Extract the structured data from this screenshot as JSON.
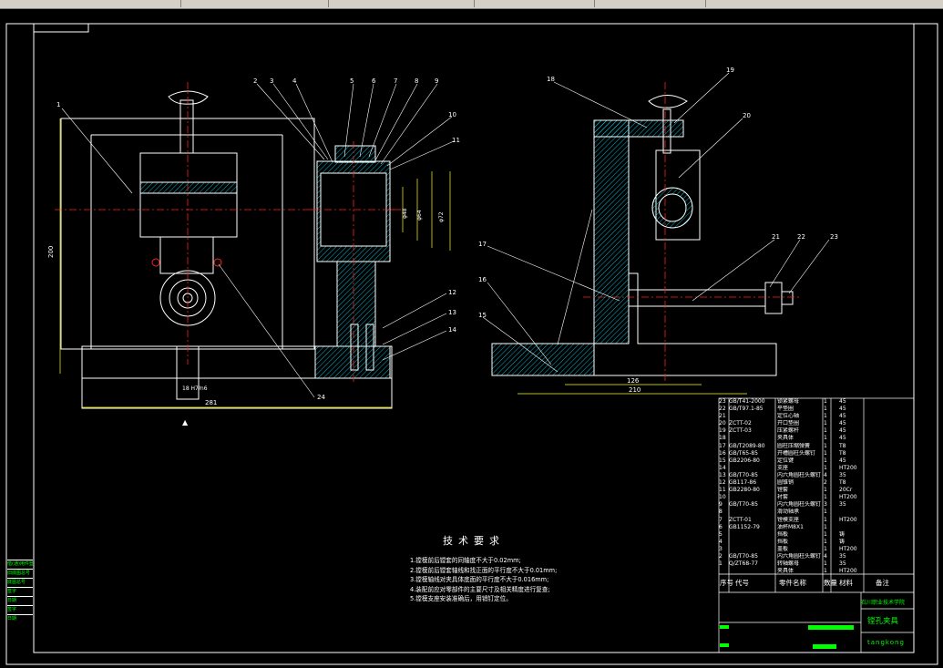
{
  "drawing": {
    "title": "镗孔夹具",
    "school": "石川职业技术学院",
    "author": "tangkong"
  },
  "balloons": [
    "1",
    "2",
    "3",
    "4",
    "5",
    "6",
    "7",
    "8",
    "9",
    "10",
    "11",
    "12",
    "13",
    "14",
    "15",
    "16",
    "17",
    "18",
    "19",
    "20",
    "21",
    "22",
    "23",
    "24"
  ],
  "dimensions": {
    "left_height": "200",
    "left_width": "281",
    "fit": "18 H7/n6",
    "dia1": "φ48",
    "dia2": "φ64",
    "dia3": "φ72",
    "right_inner": "126",
    "right_outer": "210"
  },
  "technical_requirements": {
    "title": "技术要求",
    "items": [
      "1.镗模前后镗套的同轴度不大于0.02mm;",
      "2.镗模前后镗套轴线和找正面的平行度不大于0.01mm;",
      "3.镗模轴线对夹具体底面的平行度不大于0.016mm;",
      "4.装配前应对零部件的主要尺寸及相关精度进行复查;",
      "5.镗模支座安装准确后，用销钉定位。"
    ]
  },
  "bom": {
    "headers": [
      "序号",
      "代号",
      "零件名称",
      "数量",
      "材料",
      "备注"
    ],
    "rows": [
      [
        "23",
        "GB/T41-2000",
        "锁紧螺母",
        "1",
        "45",
        ""
      ],
      [
        "22",
        "GB/T97.1-85",
        "平垫圈",
        "1",
        "45",
        ""
      ],
      [
        "21",
        "",
        "定位心轴",
        "1",
        "45",
        ""
      ],
      [
        "20",
        "ZCTT-02",
        "开口垫圈",
        "1",
        "45",
        ""
      ],
      [
        "19",
        "ZCTT-03",
        "压紧螺杆",
        "1",
        "45",
        ""
      ],
      [
        "18",
        "",
        "夹具体",
        "1",
        "45",
        ""
      ],
      [
        "17",
        "GB/T2089-80",
        "圆柱压缩弹簧",
        "1",
        "T8",
        ""
      ],
      [
        "16",
        "GB/T65-85",
        "开槽圆柱头螺钉",
        "1",
        "T8",
        ""
      ],
      [
        "15",
        "GB2206-80",
        "定位键",
        "1",
        "45",
        ""
      ],
      [
        "14",
        "",
        "支座",
        "1",
        "HT200",
        ""
      ],
      [
        "13",
        "GB/T70-85",
        "内六角圆柱头螺钉",
        "4",
        "35",
        ""
      ],
      [
        "12",
        "GB117-86",
        "圆锥销",
        "2",
        "T8",
        ""
      ],
      [
        "11",
        "GB2280-80",
        "镗套",
        "1",
        "20Cr",
        ""
      ],
      [
        "10",
        "",
        "衬套",
        "1",
        "HT200",
        ""
      ],
      [
        "9",
        "GB/T70-85",
        "内六角圆柱头螺钉",
        "3",
        "35",
        ""
      ],
      [
        "8",
        "",
        "滑动轴承",
        "1",
        "",
        ""
      ],
      [
        "7",
        "ZCTT-01",
        "镗模支座",
        "1",
        "HT200",
        ""
      ],
      [
        "6",
        "GB1152-79",
        "油杯M8X1",
        "1",
        "",
        ""
      ],
      [
        "5",
        "",
        "挡板",
        "1",
        "铸",
        ""
      ],
      [
        "4",
        "",
        "挡板",
        "1",
        "铸",
        ""
      ],
      [
        "3",
        "",
        "盖板",
        "1",
        "HT200",
        ""
      ],
      [
        "2",
        "GB/T70-85",
        "内六角圆柱头螺钉",
        "4",
        "35",
        ""
      ],
      [
        "1",
        "Q/ZT68-77",
        "转轴螺母",
        "1",
        "35",
        ""
      ],
      [
        "",
        "",
        "夹具体",
        "1",
        "HT200",
        ""
      ]
    ]
  },
  "left_strip": [
    "借(通)用件登记",
    "旧底图总号",
    "底图总号",
    "签字",
    "日期",
    "签字",
    "日期"
  ],
  "colors": {
    "line": "#ffffff",
    "hatch": "#00e5ff",
    "center": "#ff2020",
    "dim": "#ffff00",
    "text": "#00ff00"
  }
}
